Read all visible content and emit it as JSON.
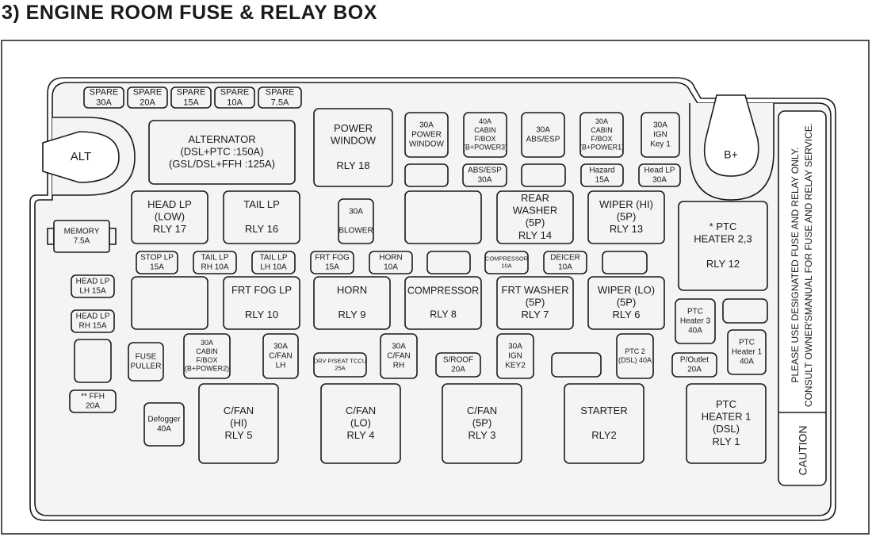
{
  "title": "3)  ENGINE ROOM FUSE & RELAY BOX",
  "items": [
    {
      "id": "spare30",
      "lines": [
        "SPARE",
        "30A"
      ]
    },
    {
      "id": "spare20",
      "lines": [
        "SPARE",
        "20A"
      ]
    },
    {
      "id": "spare15",
      "lines": [
        "SPARE",
        "15A"
      ]
    },
    {
      "id": "spare10",
      "lines": [
        "SPARE",
        "10A"
      ]
    },
    {
      "id": "spare75",
      "lines": [
        "SPARE",
        "7.5A"
      ]
    },
    {
      "id": "alternator",
      "lines": [
        "ALTERNATOR",
        "(DSL+PTC :150A)",
        "(GSL/DSL+FFH :125A)"
      ]
    },
    {
      "id": "power_window_rly",
      "lines": [
        "POWER",
        "WINDOW",
        "",
        "RLY 18"
      ]
    },
    {
      "id": "power_window_fuse",
      "lines": [
        "30A",
        "POWER",
        "WINDOW"
      ]
    },
    {
      "id": "cabin_fbox_p3",
      "lines": [
        "40A",
        "CABIN",
        "F/BOX",
        "(B+POWER3)"
      ]
    },
    {
      "id": "abs_esp_30",
      "lines": [
        "30A",
        "ABS/ESP"
      ]
    },
    {
      "id": "cabin_fbox_p1",
      "lines": [
        "30A",
        "CABIN",
        "F/BOX",
        "(B+POWER1)"
      ]
    },
    {
      "id": "ign_key1",
      "lines": [
        "30A",
        "IGN",
        "Key 1"
      ]
    },
    {
      "id": "blank_top",
      "lines": []
    },
    {
      "id": "abs_esp_fuse",
      "lines": [
        "ABS/ESP",
        "30A"
      ]
    },
    {
      "id": "blank_top2",
      "lines": []
    },
    {
      "id": "hazard",
      "lines": [
        "Hazard",
        "15A"
      ]
    },
    {
      "id": "head_lp_30",
      "lines": [
        "Head LP",
        "30A"
      ]
    },
    {
      "id": "alt_terminal",
      "lines": [
        "ALT"
      ]
    },
    {
      "id": "b_plus",
      "lines": [
        "B+"
      ]
    },
    {
      "id": "memory",
      "lines": [
        "MEMORY",
        "7.5A"
      ]
    },
    {
      "id": "head_lp_low",
      "lines": [
        "HEAD LP",
        "(LOW)",
        "RLY 17"
      ]
    },
    {
      "id": "tail_lp_rly",
      "lines": [
        "TAIL LP",
        "",
        "RLY 16"
      ]
    },
    {
      "id": "blower",
      "lines": [
        "30A",
        "",
        "BLOWER"
      ]
    },
    {
      "id": "blank_mid",
      "lines": []
    },
    {
      "id": "rear_washer",
      "lines": [
        "REAR",
        "WASHER",
        "(5P)",
        "RLY 14"
      ]
    },
    {
      "id": "wiper_hi",
      "lines": [
        "WIPER (HI)",
        "(5P)",
        "RLY 13"
      ]
    },
    {
      "id": "ptc_heater23",
      "lines": [
        "* PTC",
        "HEATER 2,3",
        "",
        "RLY 12"
      ]
    },
    {
      "id": "stop_lp",
      "lines": [
        "STOP LP",
        "15A"
      ]
    },
    {
      "id": "tail_lp_rh",
      "lines": [
        "TAIL LP",
        "RH 10A"
      ]
    },
    {
      "id": "tail_lp_lh",
      "lines": [
        "TAIL LP",
        "LH 10A"
      ]
    },
    {
      "id": "frt_fog_15",
      "lines": [
        "FRT FOG",
        "15A"
      ]
    },
    {
      "id": "horn_10",
      "lines": [
        "HORN",
        "10A"
      ]
    },
    {
      "id": "blank_small1",
      "lines": []
    },
    {
      "id": "compressor_10",
      "lines": [
        "COMPRESSOR",
        "10A"
      ]
    },
    {
      "id": "deicer",
      "lines": [
        "DEICER",
        "10A"
      ]
    },
    {
      "id": "blank_small2",
      "lines": []
    },
    {
      "id": "head_lp_lh",
      "lines": [
        "HEAD LP",
        "LH 15A"
      ]
    },
    {
      "id": "head_lp_rh",
      "lines": [
        "HEAD LP",
        "RH 15A"
      ]
    },
    {
      "id": "blank_left_rly",
      "lines": []
    },
    {
      "id": "frt_fog_rly",
      "lines": [
        "FRT FOG LP",
        "",
        "RLY 10"
      ]
    },
    {
      "id": "horn_rly",
      "lines": [
        "HORN",
        "",
        "RLY 9"
      ]
    },
    {
      "id": "compressor_rly",
      "lines": [
        "COMPRESSOR",
        "",
        "RLY 8"
      ]
    },
    {
      "id": "frt_washer",
      "lines": [
        "FRT WASHER",
        "(5P)",
        "RLY 7"
      ]
    },
    {
      "id": "wiper_lo",
      "lines": [
        "WIPER (LO)",
        "(5P)",
        "RLY 6"
      ]
    },
    {
      "id": "ptc_heater3",
      "lines": [
        "PTC",
        "Heater 3",
        "40A"
      ]
    },
    {
      "id": "blank_right_small",
      "lines": []
    },
    {
      "id": "ptc_heater1_fuse",
      "lines": [
        "PTC",
        "Heater 1",
        "40A"
      ]
    },
    {
      "id": "blank_left_sq",
      "lines": []
    },
    {
      "id": "fuse_puller",
      "lines": [
        "FUSE",
        "PULLER"
      ]
    },
    {
      "id": "cabin_fbox_p2",
      "lines": [
        "30A",
        "CABIN",
        "F/BOX",
        "(B+POWER2)"
      ]
    },
    {
      "id": "cfan_lh",
      "lines": [
        "30A",
        "C/FAN",
        "LH"
      ]
    },
    {
      "id": "drv_seat",
      "lines": [
        "DRV P/SEAT TCCU",
        "25A"
      ]
    },
    {
      "id": "cfan_rh",
      "lines": [
        "30A",
        "C/FAN",
        "RH"
      ]
    },
    {
      "id": "sroof",
      "lines": [
        "S/ROOF",
        "20A"
      ]
    },
    {
      "id": "ign_key2",
      "lines": [
        "30A",
        "IGN",
        "KEY2"
      ]
    },
    {
      "id": "blank_bottom",
      "lines": []
    },
    {
      "id": "ptc2_dsl",
      "lines": [
        "PTC 2",
        "(DSL) 40A"
      ]
    },
    {
      "id": "p_outlet",
      "lines": [
        "P/Outlet",
        "20A"
      ]
    },
    {
      "id": "ffh",
      "lines": [
        "** FFH",
        "20A"
      ]
    },
    {
      "id": "defogger",
      "lines": [
        "Defogger",
        "40A"
      ]
    },
    {
      "id": "cfan_hi",
      "lines": [
        "C/FAN",
        "(HI)",
        "RLY 5"
      ]
    },
    {
      "id": "cfan_lo",
      "lines": [
        "C/FAN",
        "(LO)",
        "RLY 4"
      ]
    },
    {
      "id": "cfan_5p",
      "lines": [
        "C/FAN",
        "(5P)",
        "RLY 3"
      ]
    },
    {
      "id": "starter",
      "lines": [
        "STARTER",
        "",
        "RLY2"
      ]
    },
    {
      "id": "ptc_heater1_dsl",
      "lines": [
        "PTC",
        "HEATER 1",
        "(DSL)",
        "RLY 1"
      ]
    }
  ],
  "caution": {
    "label": "CAUTION",
    "line1": "PLEASE USE DESIGNATED FUSE AND RELAY ONLY.",
    "line2": "CONSULT OWNER'SMANUAL FOR FUSE AND RELAY SERVICE."
  }
}
